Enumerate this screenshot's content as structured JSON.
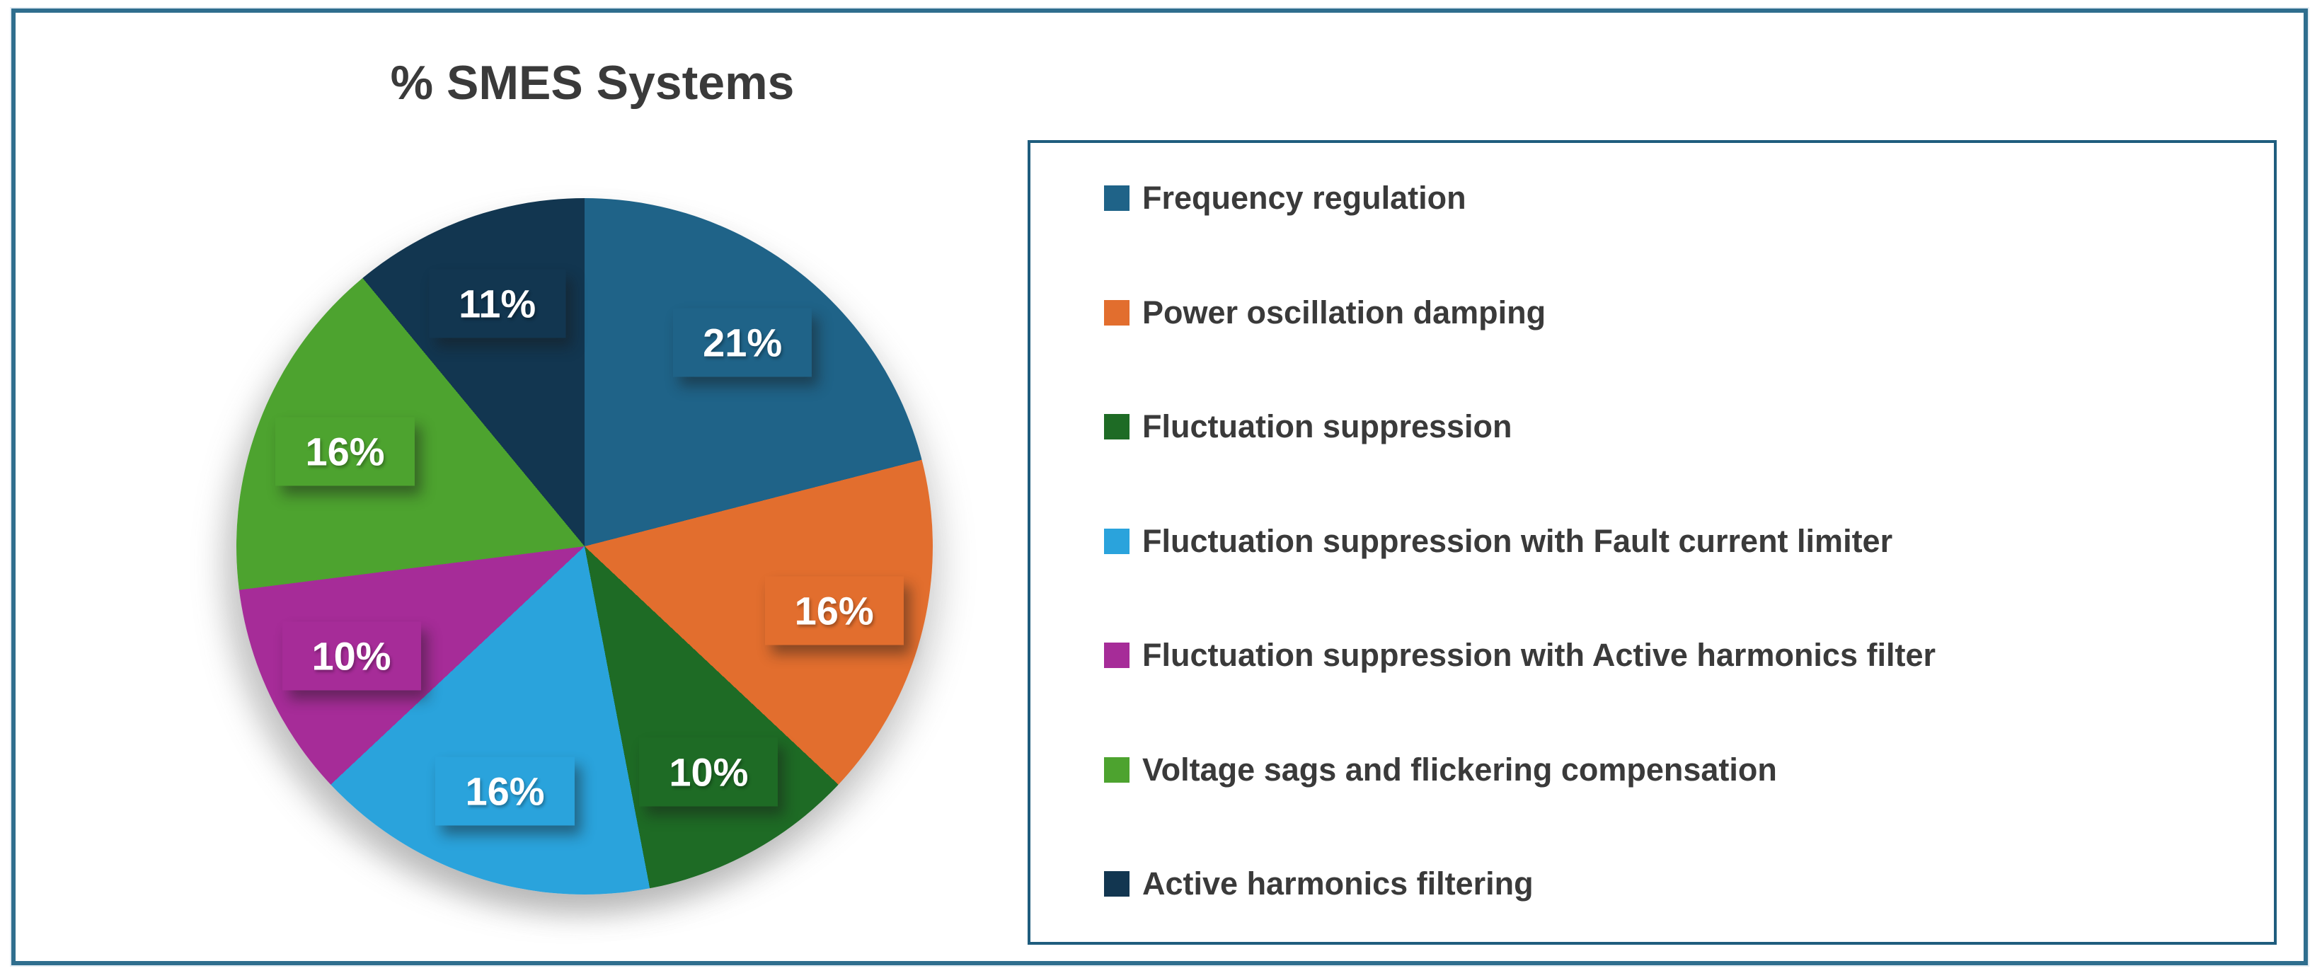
{
  "frame": {
    "outer_border_color": "#2f6e8e",
    "legend_border_color": "#1f5d7e",
    "background_color": "#ffffff"
  },
  "chart_data": {
    "type": "pie",
    "title": "% SMES Systems",
    "title_color": "#3a3a3a",
    "start_angle_deg": 0,
    "direction": "clockwise",
    "legend_position": "right",
    "labels_show": "percent",
    "slices": [
      {
        "label": "Frequency regulation",
        "value": 21,
        "pct_label": "21%",
        "color": "#1f6388"
      },
      {
        "label": "Power oscillation damping",
        "value": 16,
        "pct_label": "16%",
        "color": "#e26e2e"
      },
      {
        "label": "Fluctuation suppression",
        "value": 10,
        "pct_label": "10%",
        "color": "#1e6b25"
      },
      {
        "label": "Fluctuation suppression with Fault current limiter",
        "value": 16,
        "pct_label": "16%",
        "color": "#2aa3dc"
      },
      {
        "label": "Fluctuation suppression  with Active harmonics filter",
        "value": 10,
        "pct_label": "10%",
        "color": "#a62c98"
      },
      {
        "label": "Voltage sags and flickering compensation",
        "value": 16,
        "pct_label": "16%",
        "color": "#4da32f"
      },
      {
        "label": "Active harmonics filtering",
        "value": 11,
        "pct_label": "11%",
        "color": "#123650"
      }
    ]
  }
}
